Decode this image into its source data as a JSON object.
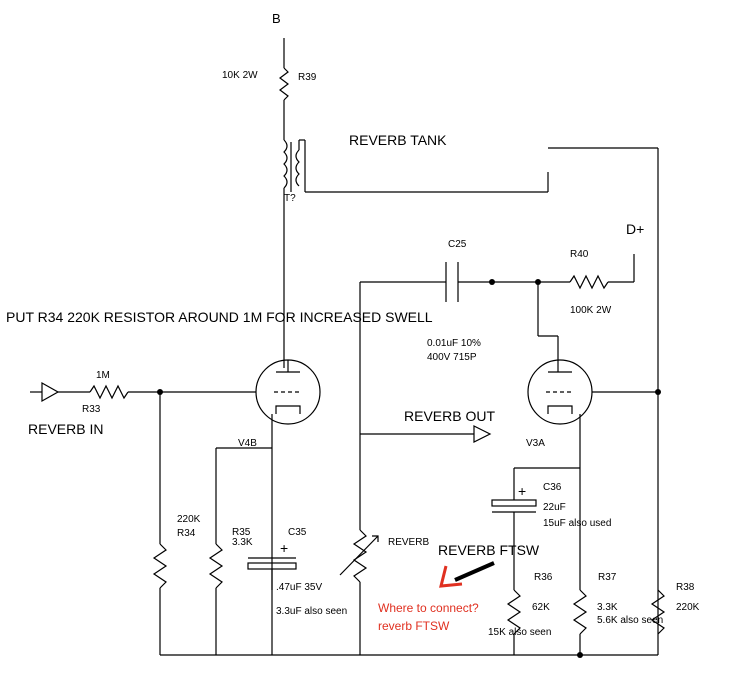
{
  "labels": {
    "b_supply": "B",
    "r39_value": "10K 2W",
    "r39_ref": "R39",
    "reverb_tank": "REVERB TANK",
    "transformer_ref": "T?",
    "c25_ref": "C25",
    "r40_ref": "R40",
    "d_plus": "D+",
    "r40_value": "100K 2W",
    "note_r34": "PUT R34 220K RESISTOR AROUND 1M FOR INCREASED SWELL",
    "c25_value_1": "0.01uF 10%",
    "c25_value_2": "400V 715P",
    "r33_value": "1M",
    "r33_ref": "R33",
    "reverb_in": "REVERB IN",
    "reverb_out": "REVERB OUT",
    "v4b": "V4B",
    "v3a": "V3A",
    "c36_ref": "C36",
    "c36_value": "22uF",
    "c36_alt": "15uF also used",
    "r34_value": "220K",
    "r34_ref": "R34",
    "r35_ref": "R35",
    "r35_value": "3.3K",
    "c35_ref": "C35",
    "c35_value": ".47uF 35V",
    "c35_alt": "3.3uF also seen",
    "reverb_pot": "REVERB",
    "reverb_ftsw": "REVERB FTSW",
    "r36_ref": "R36",
    "r36_value": "62K",
    "r36_alt": "15K also seen",
    "r37_ref": "R37",
    "r37_value": "3.3K",
    "r37_alt": "5.6K also seen",
    "r38_ref": "R38",
    "r38_value": "220K",
    "question_1": "Where to connect?",
    "question_2": "reverb FTSW"
  },
  "colors": {
    "annotation": "#e03020",
    "wire": "#000000"
  }
}
